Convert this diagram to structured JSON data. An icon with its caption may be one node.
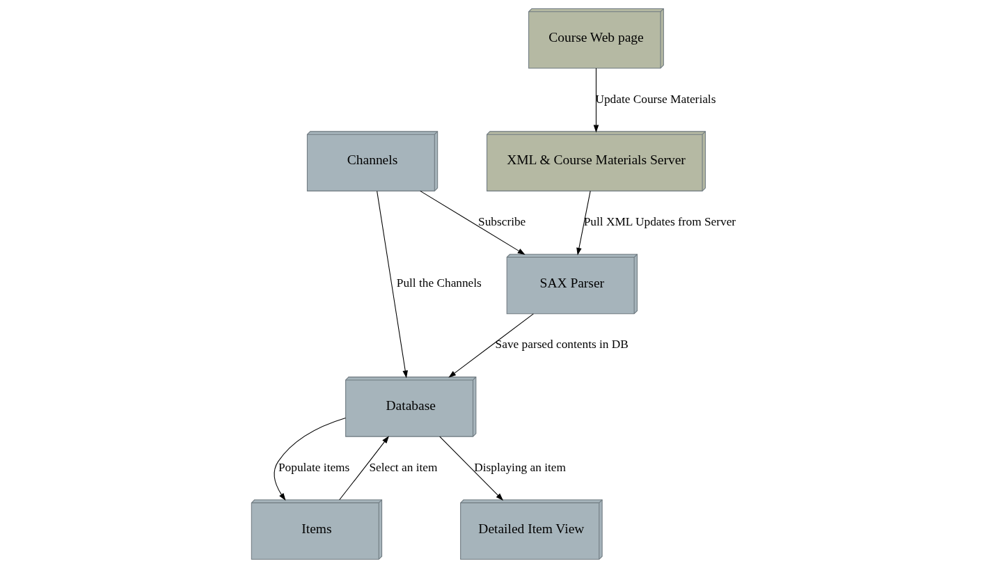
{
  "diagram": {
    "nodes": [
      {
        "text": [
          "XML & Course Materials Server"
        ]
      },
      {
        "text": [
          "Course Web page"
        ]
      },
      {
        "text": [
          "SAX Parser"
        ]
      },
      {
        "text": [
          "Items"
        ]
      },
      {
        "text": [
          "Channels"
        ]
      },
      {
        "text": [
          "Database"
        ]
      },
      {
        "text": [
          "Detailed Item View"
        ]
      }
    ],
    "edges": [
      {
        "from": 1,
        "to": 0,
        "arrow": "to",
        "label": "Update Course Materials"
      },
      {
        "from": 0,
        "to": 2,
        "arrow": "to",
        "label": "Pull XML Updates from Server"
      },
      {
        "from": 4,
        "to": 2,
        "arrow": "to",
        "label": "Subscribe"
      },
      {
        "from": 2,
        "to": 5,
        "arrow": "to",
        "label": "Save parsed contents in DB"
      },
      {
        "from": 5,
        "to": 3,
        "arrow": "to",
        "label": "Populate items"
      },
      {
        "from": 3,
        "to": 5,
        "arrow": "to",
        "label": "Select an item"
      },
      {
        "from": 4,
        "to": 5,
        "arrow": "to",
        "label": "Pull the Channels"
      },
      {
        "from": 5,
        "to": 6,
        "arrow": "to",
        "label": "Displaying an item"
      }
    ]
  }
}
